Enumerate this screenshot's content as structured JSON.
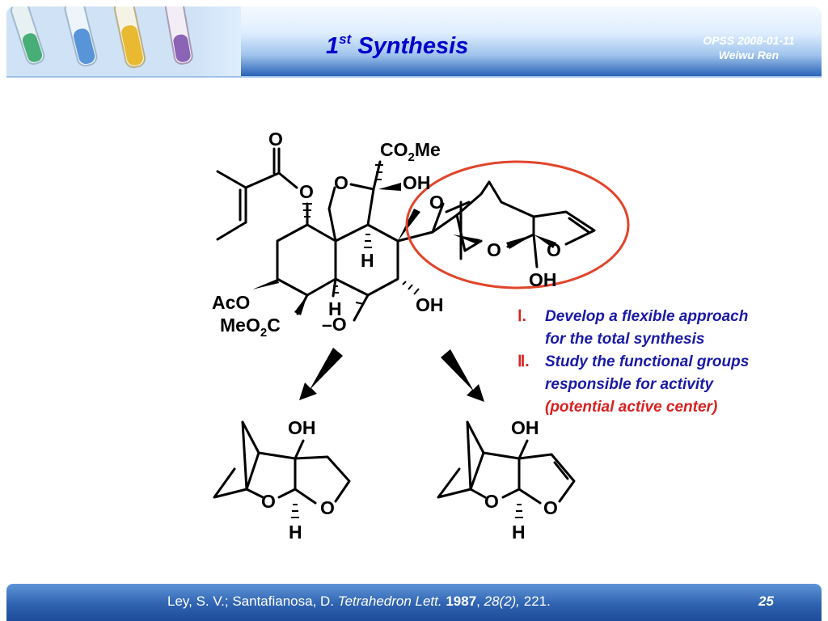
{
  "header": {
    "title_main": "1",
    "title_sup": "st",
    "title_rest": " Synthesis",
    "meta_line1": "OPSS 2008-01-11",
    "meta_line2": "Weiwu Ren"
  },
  "structure_labels": {
    "carbonyl_o": "O",
    "co2me_a": "CO",
    "co2me_sub": "2",
    "co2me_b": "Me",
    "ester_o": "O",
    "ring_o": "O",
    "oh_top": "OH",
    "epoxide_o": "O",
    "h_bridge": "H",
    "aco": "AcO",
    "meo2c_a": "MeO",
    "meo2c_sub": "2",
    "meo2c_b": "C",
    "h_lower": "H",
    "ether_o": "–O",
    "oh_right": "OH",
    "acetal_o1": "O",
    "acetal_o2": "O",
    "oh_acetal": "OH",
    "left_oh": "OH",
    "left_o1": "O",
    "left_o2": "O",
    "left_h": "H",
    "right_oh": "OH",
    "right_o1": "O",
    "right_o2": "O",
    "right_h": "H"
  },
  "colors": {
    "title": "#0000cc",
    "highlight_circle": "#e0452b",
    "note_text": "#1a1aa6",
    "note_accent": "#d92020",
    "footer": "#2f63b1"
  },
  "notes": {
    "n1_num": "Ⅰ.",
    "n1_line1": "Develop a flexible approach",
    "n1_line2": "for the total synthesis",
    "n2_num": "Ⅱ.",
    "n2_line1": "Study the functional groups",
    "n2_line2": "responsible for activity",
    "n2_line3": "(potential active center)"
  },
  "footer": {
    "authors": "Ley, S. V.; Santafianosa, D. ",
    "journal": "Tetrahedron Lett.",
    "sep1": " ",
    "year": "1987",
    "sep2": ", ",
    "volume": "28(2),",
    "pages": " 221.",
    "page_number": "25"
  }
}
